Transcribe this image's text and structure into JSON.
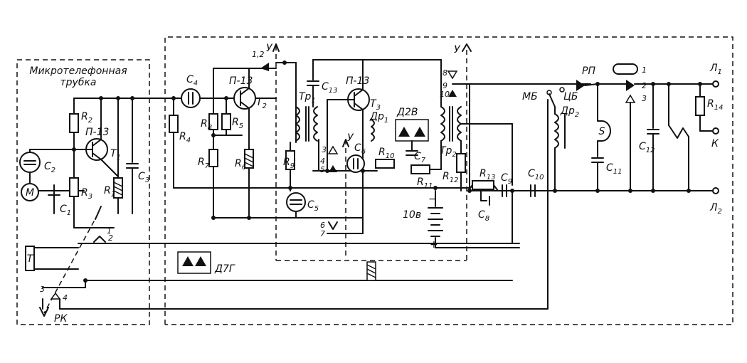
{
  "handset_title": [
    "Микротелефонная",
    "трубка"
  ],
  "components": {
    "R1": "R",
    "R2": "R",
    "R3": "R",
    "R4": "R",
    "R5": "R",
    "R6": "R",
    "R7": "R",
    "R8": "R",
    "R9": "R",
    "R10": "R",
    "R11": "R",
    "R12": "R",
    "R13": "R",
    "R14": "R",
    "C1": "C",
    "C2": "C",
    "C3": "C",
    "C4": "C",
    "C5": "C",
    "C6": "C",
    "C7": "C",
    "C8": "C",
    "C9": "C",
    "C10": "C",
    "C11": "C",
    "C12": "C",
    "T1": "T",
    "T2": "T",
    "T3": "T",
    "Tr1": "Tp",
    "Tr2": "Tp",
    "Dr1": "Дp",
    "Dr2": "Дp"
  },
  "labels": {
    "R1": {
      "main": "R",
      "sub": "1"
    },
    "R2": {
      "main": "R",
      "sub": "2"
    },
    "R3": {
      "main": "R",
      "sub": "3"
    },
    "R4": {
      "main": "R",
      "sub": "4"
    },
    "R5": {
      "main": "R",
      "sub": "5"
    },
    "R6": {
      "main": "R",
      "sub": "6"
    },
    "R7": {
      "main": "R",
      "sub": "7"
    },
    "R8": {
      "main": "R",
      "sub": "8"
    },
    "R9": {
      "main": "R",
      "sub": "9"
    },
    "R10": {
      "main": "R",
      "sub": "10"
    },
    "R11": {
      "main": "R",
      "sub": "11"
    },
    "R12": {
      "main": "R",
      "sub": "12"
    },
    "R13": {
      "main": "R",
      "sub": "13"
    },
    "R14": {
      "main": "R",
      "sub": "14"
    },
    "C1": {
      "main": "C",
      "sub": "1"
    },
    "C2": {
      "main": "C",
      "sub": "2"
    },
    "C3": {
      "main": "C",
      "sub": "3"
    },
    "C4": {
      "main": "C",
      "sub": "4"
    },
    "C5": {
      "main": "C",
      "sub": "5"
    },
    "C6": {
      "main": "C",
      "sub": "6"
    },
    "C7": {
      "main": "C",
      "sub": "7"
    },
    "C8": {
      "main": "C",
      "sub": "8"
    },
    "C9": {
      "main": "C",
      "sub": "9"
    },
    "C10": {
      "main": "C",
      "sub": "10"
    },
    "C11": {
      "main": "C",
      "sub": "11"
    },
    "C12": {
      "main": "C",
      "sub": "12"
    },
    "C13": {
      "main": "C",
      "sub": "13"
    },
    "T1": {
      "main": "T",
      "sub": "1"
    },
    "T2": {
      "main": "T",
      "sub": "2"
    },
    "T3": {
      "main": "T",
      "sub": "3"
    },
    "Tr1": {
      "main": "Tp",
      "sub": "1"
    },
    "Tr2": {
      "main": "Tp",
      "sub": "2"
    },
    "Dr1": {
      "main": "Дp",
      "sub": "1"
    },
    "Dr2": {
      "main": "Дp",
      "sub": "2"
    },
    "L1": {
      "main": "Л",
      "sub": "1"
    },
    "L2": {
      "main": "Л",
      "sub": "2"
    }
  },
  "transistor_type": "П-13",
  "diode_d2v": "Д2В",
  "diode_d7g": "Д7Г",
  "microphone": "M",
  "telephone": "T",
  "lever_switch": "РК",
  "relay_rp": "РП",
  "mb": "МБ",
  "cb": "ЦБ",
  "battery_voltage": "10в",
  "plus": "+",
  "minus": "−",
  "u": "У",
  "k": "К",
  "s": "S",
  "contacts": {
    "c1": "1",
    "c2": "2",
    "c3": "3",
    "c4": "4",
    "c5": "5",
    "c6": "6",
    "c7": "7",
    "c8": "8",
    "c9": "9",
    "c10": "10"
  }
}
